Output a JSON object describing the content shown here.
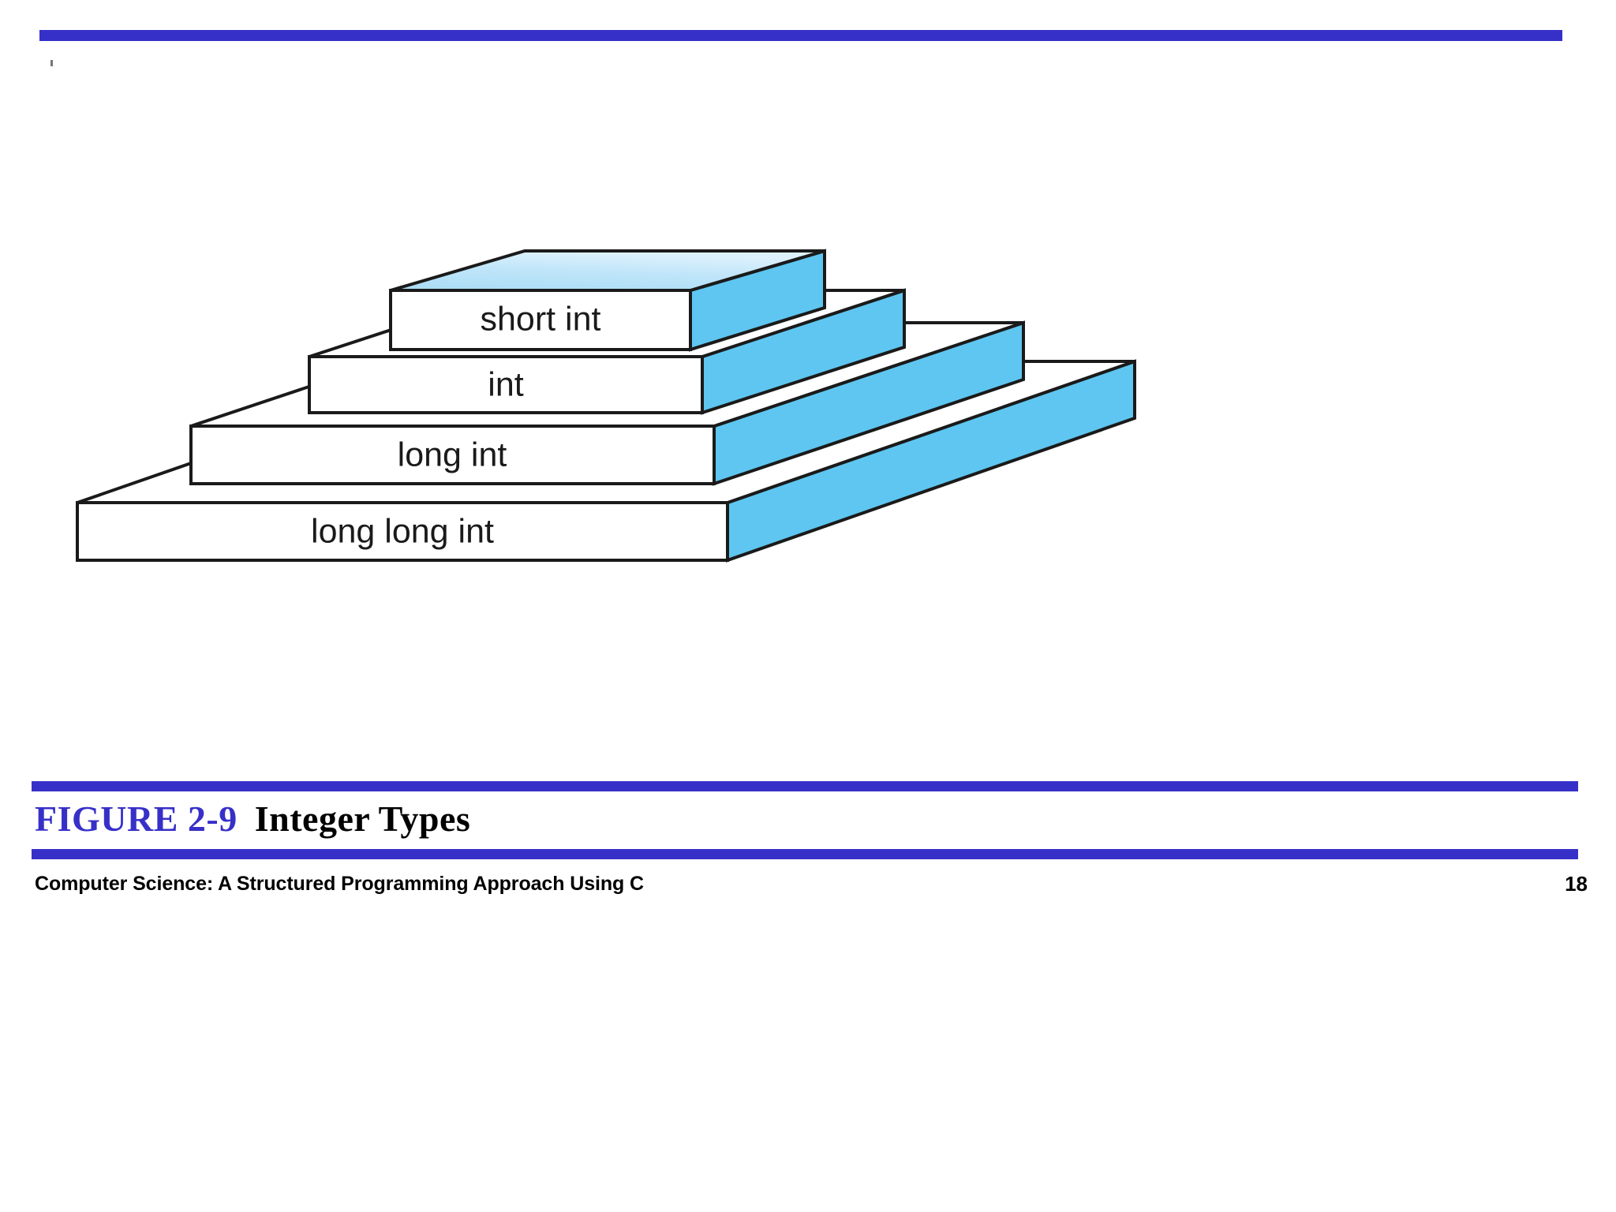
{
  "slide": {
    "figure_number": "FIGURE 2-9",
    "figure_title": "Integer Types",
    "footer_title": "Computer Science: A Structured Programming Approach Using C",
    "page_number": "18"
  },
  "colors": {
    "rule_blue": "#3730c8",
    "side_face_blue": "#5ec6f0",
    "top_face_blue_light": "#d3ecfb",
    "top_face_blue_dark": "#a9dcf6",
    "front_face": "#ffffff",
    "outline": "#1a1a1a",
    "label_text": "#1a1a1a"
  },
  "diagram": {
    "type": "3d-stepped-pyramid",
    "description": "Four stacked 3-D slabs forming a staircase, widest at the bottom, representing C integer types ordered by storage size.",
    "steps": [
      {
        "label": "short int",
        "level": 4,
        "rank": "smallest"
      },
      {
        "label": "int",
        "level": 3,
        "rank": "small"
      },
      {
        "label": "long int",
        "level": 2,
        "rank": "large"
      },
      {
        "label": "long long int",
        "level": 1,
        "rank": "largest"
      }
    ]
  }
}
